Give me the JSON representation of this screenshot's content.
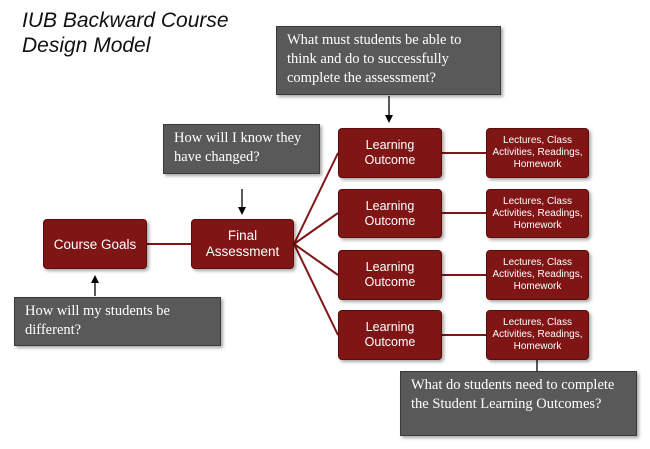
{
  "title": "IUB Backward Course Design Model",
  "nodes": {
    "course_goals": "Course Goals",
    "final_assessment": "Final Assessment",
    "outcomes": [
      "Learning Outcome",
      "Learning Outcome",
      "Learning Outcome",
      "Learning Outcome"
    ],
    "activities": [
      "Lectures, Class Activities, Readings, Homework",
      "Lectures, Class Activities, Readings, Homework",
      "Lectures, Class Activities, Readings, Homework",
      "Lectures, Class Activities, Readings, Homework"
    ]
  },
  "questions": {
    "goals": "How will my students be different?",
    "assessment": "How will I know they have changed?",
    "outcomes": "What must students be able to think and do to successfully complete the assessment?",
    "activities": "What do students need to complete the Student Learning Outcomes?"
  },
  "colors": {
    "node_fill": "#7f1515",
    "question_fill": "#595959",
    "connector": "#7f1515"
  }
}
